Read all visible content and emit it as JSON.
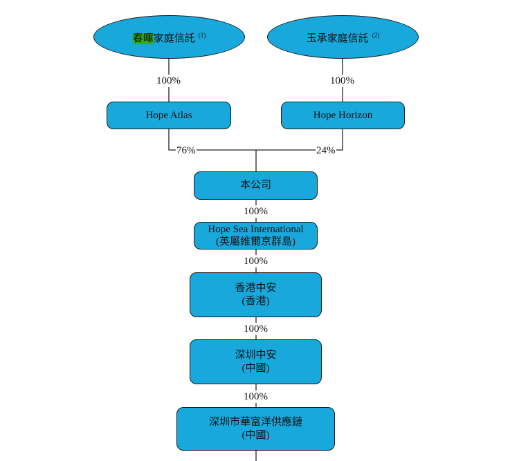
{
  "trusts": [
    {
      "highlighted": "春暉",
      "rest": "家庭信託",
      "note": "(1)"
    },
    {
      "highlighted": "",
      "rest": "玉承家庭信託",
      "note": "(2)"
    }
  ],
  "holdcos": [
    {
      "name": "Hope Atlas",
      "pct": "100%"
    },
    {
      "name": "Hope Horizon",
      "pct": "100%"
    }
  ],
  "split_pcts": [
    "76%",
    "24%"
  ],
  "company": "本公司",
  "chain": [
    {
      "pct": "100%",
      "name": "Hope Sea International",
      "sub": "(英屬維爾京群島)"
    },
    {
      "pct": "100%",
      "name": "香港中安",
      "sub": "(香港)"
    },
    {
      "pct": "100%",
      "name": "深圳中安",
      "sub": "(中國)"
    },
    {
      "pct": "100%",
      "name": "深圳市華富洋供應鏈",
      "sub": "(中國)"
    }
  ],
  "colors": {
    "node_fill": "#18a8dc",
    "highlight": "#2fb020",
    "border": "#1b1b1b"
  }
}
